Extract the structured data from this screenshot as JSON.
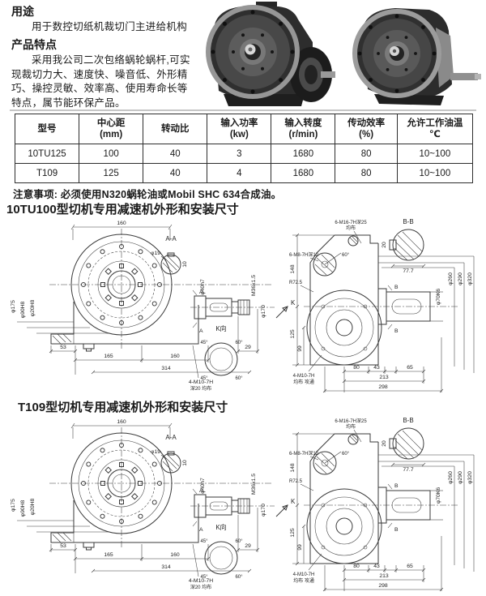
{
  "intro": {
    "usage_title": "用途",
    "usage_text": "用于数控切纸机裁切门主进给机构",
    "features_title": "产品特点",
    "features_text": "采用我公司二次包络蜗轮蜗杆,可实现裁切力大、速度快、噪音低、外形精巧、操控灵敏、效率高、使用寿命长等特点，属节能环保产品。"
  },
  "table": {
    "headers": [
      {
        "line1": "型号",
        "line2": ""
      },
      {
        "line1": "中心距",
        "line2": "(mm)"
      },
      {
        "line1": "转动比",
        "line2": ""
      },
      {
        "line1": "输入功率",
        "line2": "(kw)"
      },
      {
        "line1": "输入转度",
        "line2": "(r/min)"
      },
      {
        "line1": "传动效率",
        "line2": "(%)"
      },
      {
        "line1": "允许工作油温",
        "line2": "℃"
      }
    ],
    "rows": [
      [
        "10TU125",
        "100",
        "40",
        "3",
        "1680",
        "80",
        "10~100"
      ],
      [
        "T109",
        "125",
        "40",
        "4",
        "1680",
        "80",
        "10~100"
      ]
    ]
  },
  "note": "注意事项: 必须使用N320蜗轮油或Mobil SHC 634合成油。",
  "section1_title": "10TU100型切机专用减速机外形和安装尺寸",
  "section2_title": "T109型切机专用减速机外形和安装尺寸",
  "drawing1": {
    "labels": {
      "dim_160_top": "160",
      "dia_175": "φ175",
      "dia_90h8": "φ90H8",
      "dia_20h8": "φ20H8",
      "section_aa": "A-A",
      "dia_19": "φ19",
      "key_10": "10",
      "mark_a1": "A",
      "mark_a2": "A",
      "dia_40h7": "φ40h7",
      "thread_m36": "M36x1.5",
      "dia_170": "φ170",
      "mark_k": "K",
      "dim_53": "53",
      "dim_165": "165",
      "dim_160_bottom": "160",
      "dim_29": "29",
      "dim_314": "314",
      "note_m10_left_1": "4-M10-7H",
      "note_m10_left_2": "深20 均布",
      "k_view_title": "K向",
      "ang_45_tl": "45°",
      "ang_60_tr": "60°",
      "ang_45_bl": "45°",
      "ang_60_br": "60°",
      "section_bb": "B-B",
      "dim_20_key": "20",
      "dim_77_7": "77.7",
      "note_m16_1": "6-M16-7H深25",
      "note_m16_2": "均布",
      "note_m8": "6-M8-7H深12",
      "radius_r72_5": "R72.5",
      "ang_60_worm": "60°",
      "dim_148": "148",
      "dim_125": "125",
      "dim_99": "99",
      "mark_b1": "B",
      "mark_b2": "B",
      "dia_260": "φ260",
      "dia_290": "φ290",
      "dia_320": "φ320",
      "dia_70k6": "φ70K6",
      "dim_80": "80",
      "dim_43": "43",
      "dim_65": "65",
      "dim_213": "213",
      "dim_298": "298",
      "note_m10_bottom_1": "4-M10-7H",
      "note_m10_bottom_2": "均布 攻通"
    }
  },
  "drawing2": {
    "labels": {
      "dim_160_top": "160",
      "dia_175": "φ175",
      "dia_90h8": "φ90H8",
      "dia_20h8": "φ20H8",
      "section_aa": "A-A",
      "dia_19": "φ19",
      "key_10": "10",
      "mark_a1": "A",
      "mark_a2": "A",
      "dia_40h7": "φ40h7",
      "thread_m36": "M36x1.5",
      "dia_170": "φ170",
      "mark_k": "K",
      "dim_53": "53",
      "dim_165": "165",
      "dim_160_bottom": "160",
      "dim_29": "29",
      "dim_314": "314",
      "note_m10_left_1": "4-M10-7H",
      "note_m10_left_2": "深20 均布",
      "k_view_title": "K向",
      "ang_45_tl": "45°",
      "ang_60_tr": "60°",
      "ang_45_bl": "45°",
      "ang_60_br": "60°",
      "section_bb": "B-B",
      "dim_20_key": "20",
      "dim_77_7": "77.7",
      "note_m16_1": "6-M16-7H深25",
      "note_m16_2": "均布",
      "note_m8": "6-M8-7H深12",
      "radius_r72_5": "R72.5",
      "ang_60_worm": "60°",
      "dim_148": "148",
      "dim_125": "125",
      "dim_99": "99",
      "mark_b1": "B",
      "mark_b2": "B",
      "dia_260": "φ260",
      "dia_290": "φ290",
      "dia_320": "φ320",
      "dia_70k6": "φ70K6",
      "dim_80": "80",
      "dim_43": "43",
      "dim_65": "65",
      "dim_213": "213",
      "dim_298": "298",
      "note_m10_bottom_1": "4-M10-7H",
      "note_m10_bottom_2": "均布 攻通"
    }
  }
}
